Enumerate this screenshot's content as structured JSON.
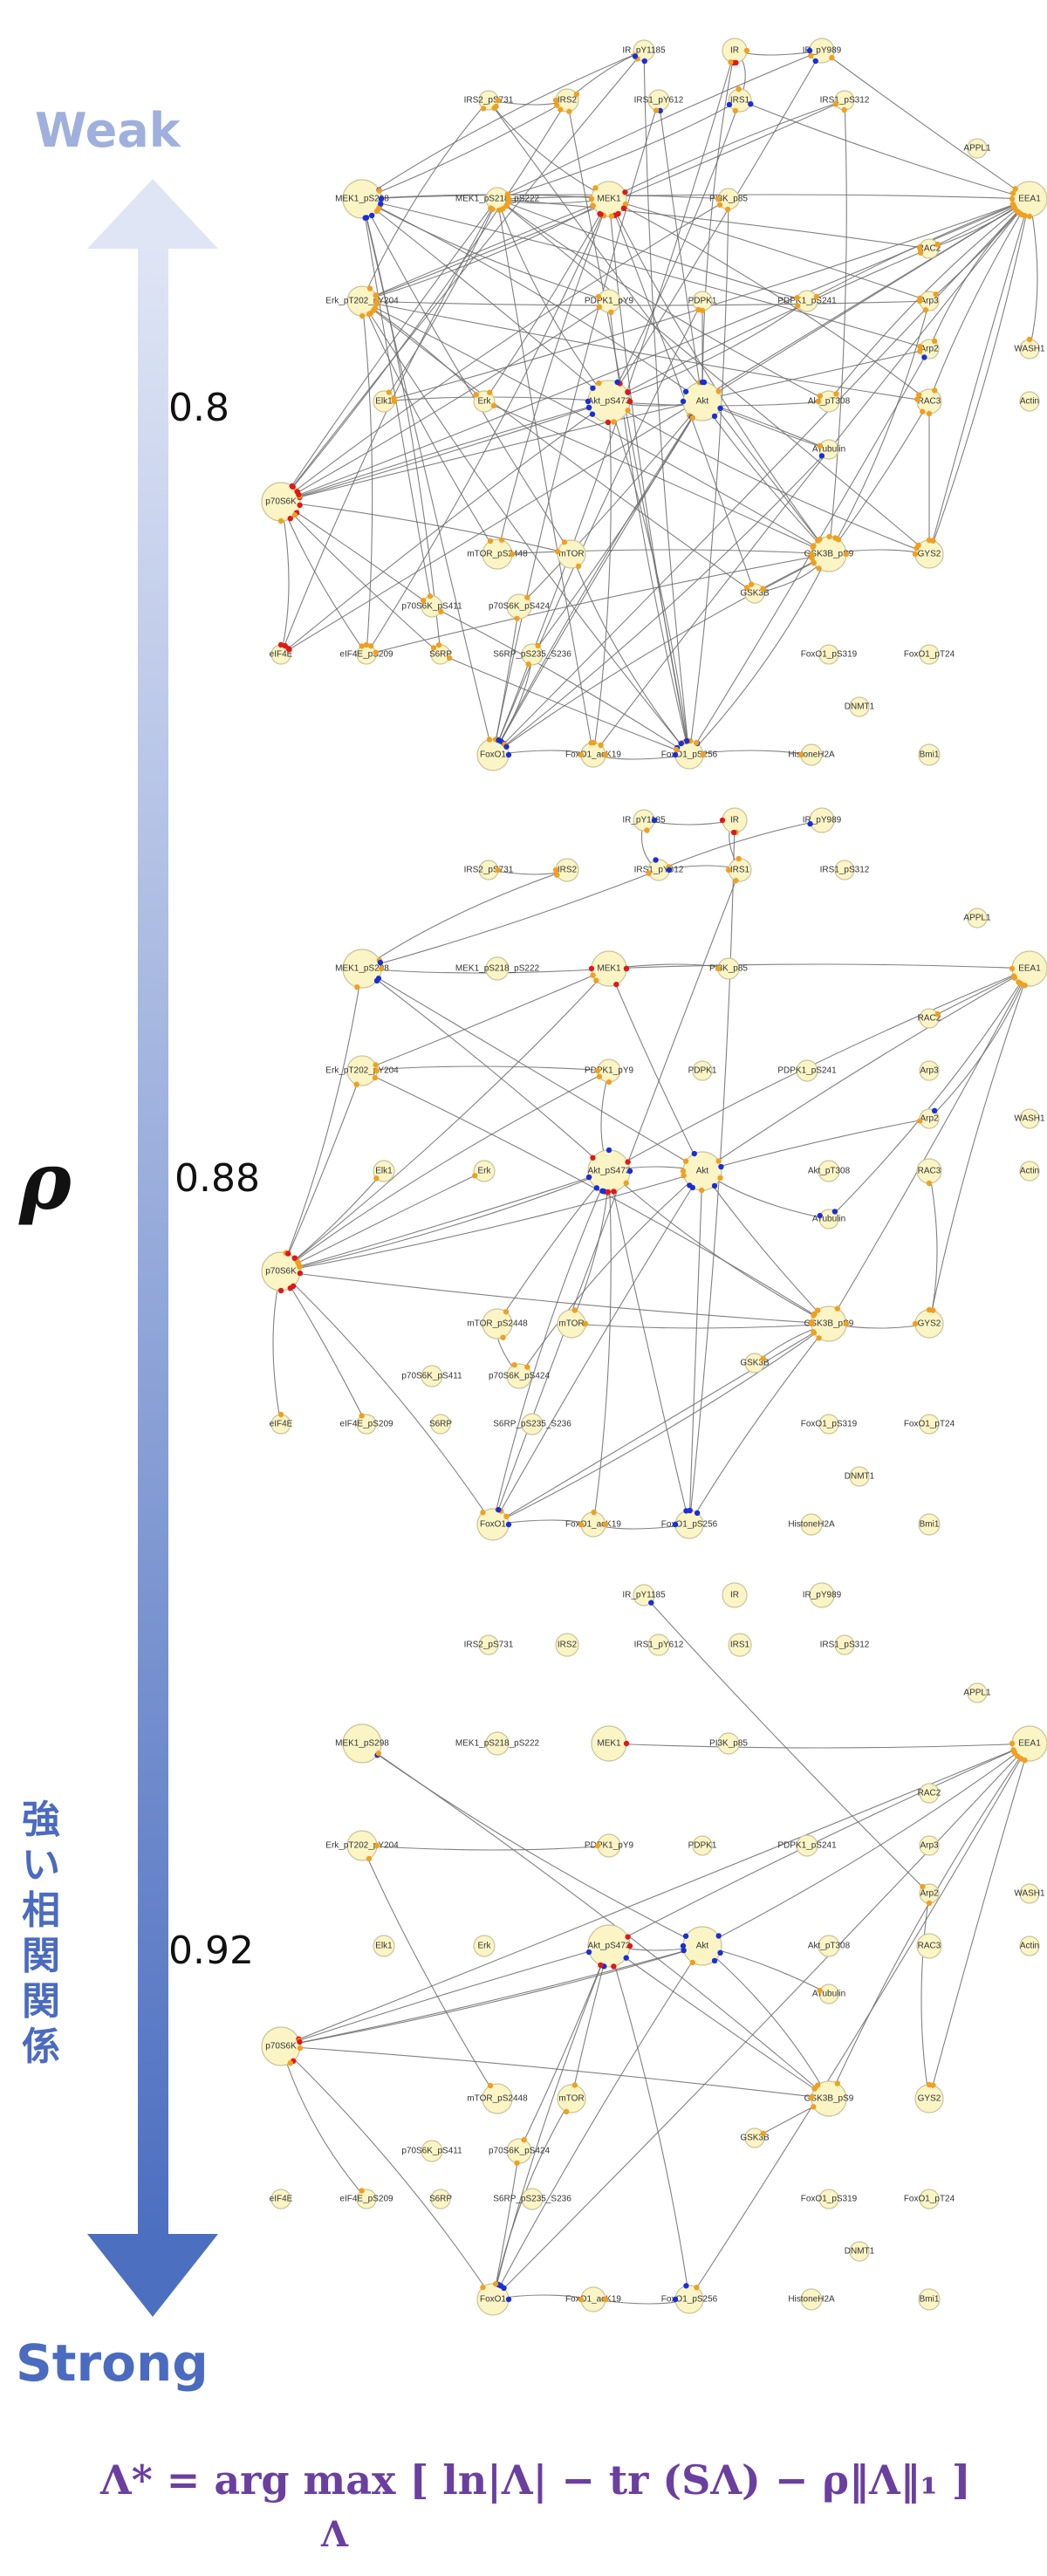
{
  "axis": {
    "top_label": "Weak",
    "bottom_label": "Strong",
    "symbol": "ρ",
    "side_text": [
      "強",
      "い",
      "相",
      "関",
      "関",
      "係"
    ],
    "colors": {
      "arrow_top": "#dfe5f5",
      "arrow_bottom": "#4d6fc0",
      "top_text": "#9fb0dd",
      "bottom_text": "#4a6bbf"
    }
  },
  "formula": "Λ* = arg max [ ln|Λ| − tr (SΛ) − ρ‖Λ‖₁ ]",
  "formula_sub": "Λ",
  "node_colors": {
    "fill": "#fbf5c6",
    "stroke": "#c9c49a",
    "marker_blue": "#1a2fd6",
    "marker_red": "#e01818",
    "marker_orange": "#f0a020"
  },
  "networks": [
    {
      "rho": "0.8",
      "nodes": [
        {
          "id": "IR_pY1185",
          "label": "IR_pY1185"
        },
        {
          "id": "IR",
          "label": "IR"
        },
        {
          "id": "IR_pY989",
          "label": "IR_pY989"
        },
        {
          "id": "IRS2_pS731",
          "label": "IRS2_pS731"
        },
        {
          "id": "IRS2",
          "label": "IRS2"
        },
        {
          "id": "IRS1_pY612",
          "label": "IRS1_pY612"
        },
        {
          "id": "IRS1",
          "label": "IRS1"
        },
        {
          "id": "IRS1_pS312",
          "label": "IRS1_pS312"
        },
        {
          "id": "APPL1",
          "label": "APPL1"
        },
        {
          "id": "MEK1_pS298",
          "label": "MEK1_pS298"
        },
        {
          "id": "MEK1_pS218",
          "label": "MEK1_pS218_pS222"
        },
        {
          "id": "MEK1",
          "label": "MEK1"
        },
        {
          "id": "PI3K_p85",
          "label": "PI3K_p85"
        },
        {
          "id": "EEA1",
          "label": "EEA1"
        },
        {
          "id": "RAC2",
          "label": "RAC2"
        },
        {
          "id": "Erk",
          "label": "Erk_pT202_pY204"
        },
        {
          "id": "PDPK1_pY9",
          "label": "PDPK1_pY9"
        },
        {
          "id": "PDPK1",
          "label": "PDPK1"
        },
        {
          "id": "PDPK1_pS241",
          "label": "PDPK1_pS241"
        },
        {
          "id": "Arp3",
          "label": "Arp3"
        },
        {
          "id": "Arp2",
          "label": "Arp2"
        },
        {
          "id": "WASH1",
          "label": "WASH1"
        },
        {
          "id": "Elk1",
          "label": "Elk1"
        },
        {
          "id": "Erk2",
          "label": "Erk"
        },
        {
          "id": "Akt_pS473",
          "label": "Akt_pS473"
        },
        {
          "id": "Akt",
          "label": "Akt"
        },
        {
          "id": "Akt_pT308",
          "label": "Akt_pT308"
        },
        {
          "id": "RAC3",
          "label": "RAC3"
        },
        {
          "id": "Actin",
          "label": "Actin"
        },
        {
          "id": "Tubulin",
          "label": "ATubulin"
        },
        {
          "id": "p70S6K",
          "label": "p70S6K"
        },
        {
          "id": "mTOR_pS2448",
          "label": "mTOR_pS2448"
        },
        {
          "id": "mTOR",
          "label": "mTOR"
        },
        {
          "id": "GSK3B_pS9",
          "label": "GSK3B_pS9"
        },
        {
          "id": "GYS2",
          "label": "GYS2"
        },
        {
          "id": "GSK3B",
          "label": "GSK3B"
        },
        {
          "id": "p70S6K_pS411",
          "label": "p70S6K_pS411"
        },
        {
          "id": "p70S6K_pS424",
          "label": "p70S6K_pS424"
        },
        {
          "id": "eIF4E",
          "label": "eIF4E"
        },
        {
          "id": "eIF4E_pS209",
          "label": "eIF4E_pS209"
        },
        {
          "id": "S6RP",
          "label": "S6RP"
        },
        {
          "id": "S6RP_pS235",
          "label": "S6RP_pS235_S236"
        },
        {
          "id": "FoxO1_pS319",
          "label": "FoxO1_pS319"
        },
        {
          "id": "FoxO1_pT24",
          "label": "FoxO1_pT24"
        },
        {
          "id": "DNMT1",
          "label": "DNMT1"
        },
        {
          "id": "FoxO1",
          "label": "FoxO1"
        },
        {
          "id": "FoxO1_acK",
          "label": "FoxO1_acK19"
        },
        {
          "id": "FoxO1_pS256",
          "label": "FoxO1_pS256"
        },
        {
          "id": "HistoneH2A",
          "label": "HistoneH2A"
        },
        {
          "id": "Bmi1",
          "label": "Bmi1"
        }
      ]
    },
    {
      "rho": "0.88",
      "nodes": [
        {
          "id": "IR_pY1185",
          "label": "IR_pY1185"
        },
        {
          "id": "IR",
          "label": "IR"
        },
        {
          "id": "IR_pY989",
          "label": "IR_pY989"
        },
        {
          "id": "IRS2_pS731",
          "label": "IRS2_pS731"
        },
        {
          "id": "IRS2",
          "label": "IRS2"
        },
        {
          "id": "IRS1_pY612",
          "label": "IRS1_pY612"
        },
        {
          "id": "IRS1",
          "label": "IRS1"
        },
        {
          "id": "IRS1_pS312",
          "label": "IRS1_pS312"
        },
        {
          "id": "APPL1",
          "label": "APPL1"
        },
        {
          "id": "MEK1_pS298",
          "label": "MEK1_pS298"
        },
        {
          "id": "MEK1_pS218",
          "label": "MEK1_pS218_pS222"
        },
        {
          "id": "MEK1",
          "label": "MEK1"
        },
        {
          "id": "PI3K_p85",
          "label": "PI3K_p85"
        },
        {
          "id": "EEA1",
          "label": "EEA1"
        },
        {
          "id": "RAC2",
          "label": "RAC2"
        },
        {
          "id": "Erk",
          "label": "Erk_pT202_pY204"
        },
        {
          "id": "PDPK1_pY9",
          "label": "PDPK1_pY9"
        },
        {
          "id": "PDPK1",
          "label": "PDPK1"
        },
        {
          "id": "PDPK1_pS241",
          "label": "PDPK1_pS241"
        },
        {
          "id": "Arp3",
          "label": "Arp3"
        },
        {
          "id": "Arp2",
          "label": "Arp2"
        },
        {
          "id": "WASH1",
          "label": "WASH1"
        },
        {
          "id": "Elk1",
          "label": "Elk1"
        },
        {
          "id": "Erk2",
          "label": "Erk"
        },
        {
          "id": "Akt_pS473",
          "label": "Akt_pS473"
        },
        {
          "id": "Akt",
          "label": "Akt"
        },
        {
          "id": "Akt_pT308",
          "label": "Akt_pT308"
        },
        {
          "id": "RAC3",
          "label": "RAC3"
        },
        {
          "id": "Actin",
          "label": "Actin"
        },
        {
          "id": "Tubulin",
          "label": "ATubulin"
        },
        {
          "id": "p70S6K",
          "label": "p70S6K"
        },
        {
          "id": "mTOR_pS2448",
          "label": "mTOR_pS2448"
        },
        {
          "id": "mTOR",
          "label": "mTOR"
        },
        {
          "id": "GSK3B_pS9",
          "label": "GSK3B_pS9"
        },
        {
          "id": "GYS2",
          "label": "GYS2"
        },
        {
          "id": "GSK3B",
          "label": "GSK3B"
        },
        {
          "id": "p70S6K_pS411",
          "label": "p70S6K_pS411"
        },
        {
          "id": "p70S6K_pS424",
          "label": "p70S6K_pS424"
        },
        {
          "id": "eIF4E",
          "label": "eIF4E"
        },
        {
          "id": "eIF4E_pS209",
          "label": "eIF4E_pS209"
        },
        {
          "id": "S6RP",
          "label": "S6RP"
        },
        {
          "id": "S6RP_pS235",
          "label": "S6RP_pS235_S236"
        },
        {
          "id": "FoxO1_pS319",
          "label": "FoxO1_pS319"
        },
        {
          "id": "FoxO1_pT24",
          "label": "FoxO1_pT24"
        },
        {
          "id": "DNMT1",
          "label": "DNMT1"
        },
        {
          "id": "FoxO1",
          "label": "FoxO1"
        },
        {
          "id": "FoxO1_acK",
          "label": "FoxO1_acK19"
        },
        {
          "id": "FoxO1_pS256",
          "label": "FoxO1_pS256"
        },
        {
          "id": "HistoneH2A",
          "label": "HistoneH2A"
        },
        {
          "id": "Bmi1",
          "label": "Bmi1"
        }
      ]
    },
    {
      "rho": "0.92",
      "nodes": [
        {
          "id": "IR_pY1185",
          "label": "IR_pY1185"
        },
        {
          "id": "IR",
          "label": "IR"
        },
        {
          "id": "IR_pY989",
          "label": "IR_pY989"
        },
        {
          "id": "IRS2_pS731",
          "label": "IRS2_pS731"
        },
        {
          "id": "IRS2",
          "label": "IRS2"
        },
        {
          "id": "IRS1_pY612",
          "label": "IRS1_pY612"
        },
        {
          "id": "IRS1",
          "label": "IRS1"
        },
        {
          "id": "IRS1_pS312",
          "label": "IRS1_pS312"
        },
        {
          "id": "APPL1",
          "label": "APPL1"
        },
        {
          "id": "MEK1_pS298",
          "label": "MEK1_pS298"
        },
        {
          "id": "MEK1_pS218",
          "label": "MEK1_pS218_pS222"
        },
        {
          "id": "MEK1",
          "label": "MEK1"
        },
        {
          "id": "PI3K_p85",
          "label": "PI3K_p85"
        },
        {
          "id": "EEA1",
          "label": "EEA1"
        },
        {
          "id": "RAC2",
          "label": "RAC2"
        },
        {
          "id": "Erk",
          "label": "Erk_pT202_pY204"
        },
        {
          "id": "PDPK1_pY9",
          "label": "PDPK1_pY9"
        },
        {
          "id": "PDPK1",
          "label": "PDPK1"
        },
        {
          "id": "PDPK1_pS241",
          "label": "PDPK1_pS241"
        },
        {
          "id": "Arp3",
          "label": "Arp3"
        },
        {
          "id": "Arp2",
          "label": "Arp2"
        },
        {
          "id": "WASH1",
          "label": "WASH1"
        },
        {
          "id": "Elk1",
          "label": "Elk1"
        },
        {
          "id": "Erk2",
          "label": "Erk"
        },
        {
          "id": "Akt_pS473",
          "label": "Akt_pS473"
        },
        {
          "id": "Akt",
          "label": "Akt"
        },
        {
          "id": "Akt_pT308",
          "label": "Akt_pT308"
        },
        {
          "id": "RAC3",
          "label": "RAC3"
        },
        {
          "id": "Actin",
          "label": "Actin"
        },
        {
          "id": "Tubulin",
          "label": "ATubulin"
        },
        {
          "id": "p70S6K",
          "label": "p70S6K"
        },
        {
          "id": "mTOR_pS2448",
          "label": "mTOR_pS2448"
        },
        {
          "id": "mTOR",
          "label": "mTOR"
        },
        {
          "id": "GSK3B_pS9",
          "label": "GSK3B_pS9"
        },
        {
          "id": "GYS2",
          "label": "GYS2"
        },
        {
          "id": "GSK3B",
          "label": "GSK3B"
        },
        {
          "id": "p70S6K_pS411",
          "label": "p70S6K_pS411"
        },
        {
          "id": "p70S6K_pS424",
          "label": "p70S6K_pS424"
        },
        {
          "id": "eIF4E",
          "label": "eIF4E"
        },
        {
          "id": "eIF4E_pS209",
          "label": "eIF4E_pS209"
        },
        {
          "id": "S6RP",
          "label": "S6RP"
        },
        {
          "id": "S6RP_pS235",
          "label": "S6RP_pS235_S236"
        },
        {
          "id": "FoxO1_pS319",
          "label": "FoxO1_pS319"
        },
        {
          "id": "FoxO1_pT24",
          "label": "FoxO1_pT24"
        },
        {
          "id": "DNMT1",
          "label": "DNMT1"
        },
        {
          "id": "FoxO1",
          "label": "FoxO1"
        },
        {
          "id": "FoxO1_acK",
          "label": "FoxO1_acK19"
        },
        {
          "id": "FoxO1_pS256",
          "label": "FoxO1_pS256"
        },
        {
          "id": "HistoneH2A",
          "label": "HistoneH2A"
        },
        {
          "id": "Bmi1",
          "label": "Bmi1"
        }
      ]
    }
  ]
}
